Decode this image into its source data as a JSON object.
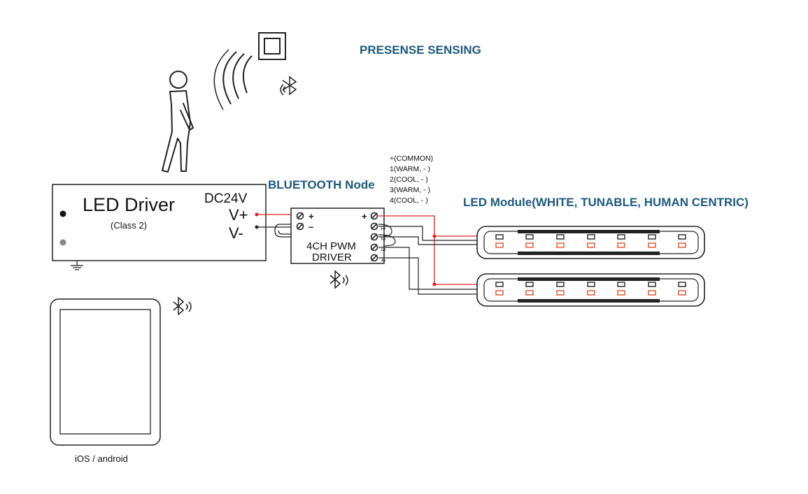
{
  "headings": {
    "presence": "PRESENSE SENSING",
    "bluetooth_node": "BLUETOOTH  Node",
    "led_module": "LED Module(WHITE, TUNABLE, HUMAN CENTRIC)"
  },
  "led_driver": {
    "title": "LED Driver",
    "subtitle": "(Class 2)",
    "voltage": "DC24V",
    "vplus": "V+",
    "vminus": "V-"
  },
  "pwm_driver": {
    "line1": "4CH PWM",
    "line2": "DRIVER",
    "in_plus": "+",
    "in_minus": "–",
    "out_plus": "+",
    "channels": [
      "1",
      "2",
      "3",
      "4"
    ]
  },
  "channel_legend": [
    "+(COMMON)",
    "1(WARM, - )",
    "2(COOL, - )",
    "3(WARM, - )",
    "4(COOL, - )"
  ],
  "tablet_label": "iOS / android",
  "colors": {
    "heading": "#1e5a7c",
    "positive_wire": "#e02020",
    "led_warm": "#e0502a",
    "outline": "#222222"
  }
}
